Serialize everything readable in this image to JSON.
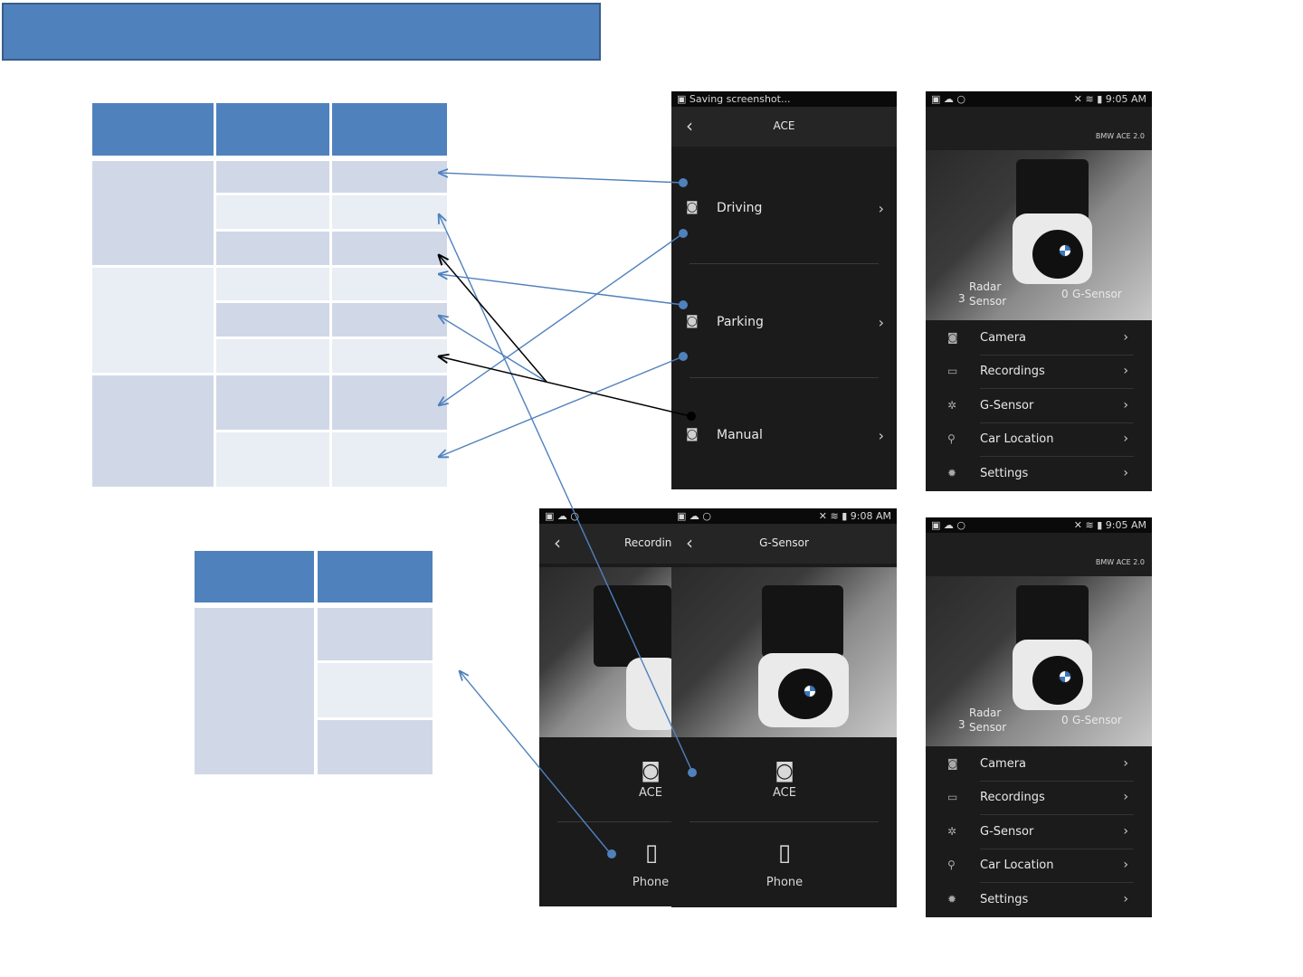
{
  "screens": {
    "ace": {
      "status": "Saving screenshot...",
      "title": "ACE",
      "items": [
        {
          "label": "Driving",
          "icon": "camera-icon"
        },
        {
          "label": "Parking",
          "icon": "camera-icon"
        },
        {
          "label": "Manual",
          "icon": "camera-icon"
        }
      ]
    },
    "home_top": {
      "time": "9:05 AM",
      "device": "BMW ACE 2.0",
      "radar_count": "3",
      "radar_label_1": "Radar",
      "radar_label_2": "Sensor",
      "gsensor_count": "0",
      "gsensor_label": "G-Sensor",
      "menu": [
        "Camera",
        "Recordings",
        "G-Sensor",
        "Car Location",
        "Settings"
      ]
    },
    "recording": {
      "title": "Recording",
      "ace_label": "ACE",
      "phone_label": "Phone"
    },
    "gsensor": {
      "time": "9:08 AM",
      "title": "G-Sensor",
      "ace_label": "ACE",
      "phone_label": "Phone"
    },
    "home_bottom": {
      "time": "9:05 AM",
      "device": "BMW ACE 2.0",
      "radar_count": "3",
      "radar_label_1": "Radar",
      "radar_label_2": "Sensor",
      "gsensor_count": "0",
      "gsensor_label": "G-Sensor",
      "menu": [
        "Camera",
        "Recordings",
        "G-Sensor",
        "Car Location",
        "Settings"
      ]
    }
  },
  "colors": {
    "header_blue": "#4f81bd",
    "band_dark": "#d0d8e8",
    "band_light": "#e9edf4",
    "arrow_blue": "#4f81bd",
    "arrow_black": "#000000",
    "phone_bg": "#1b1b1b"
  }
}
